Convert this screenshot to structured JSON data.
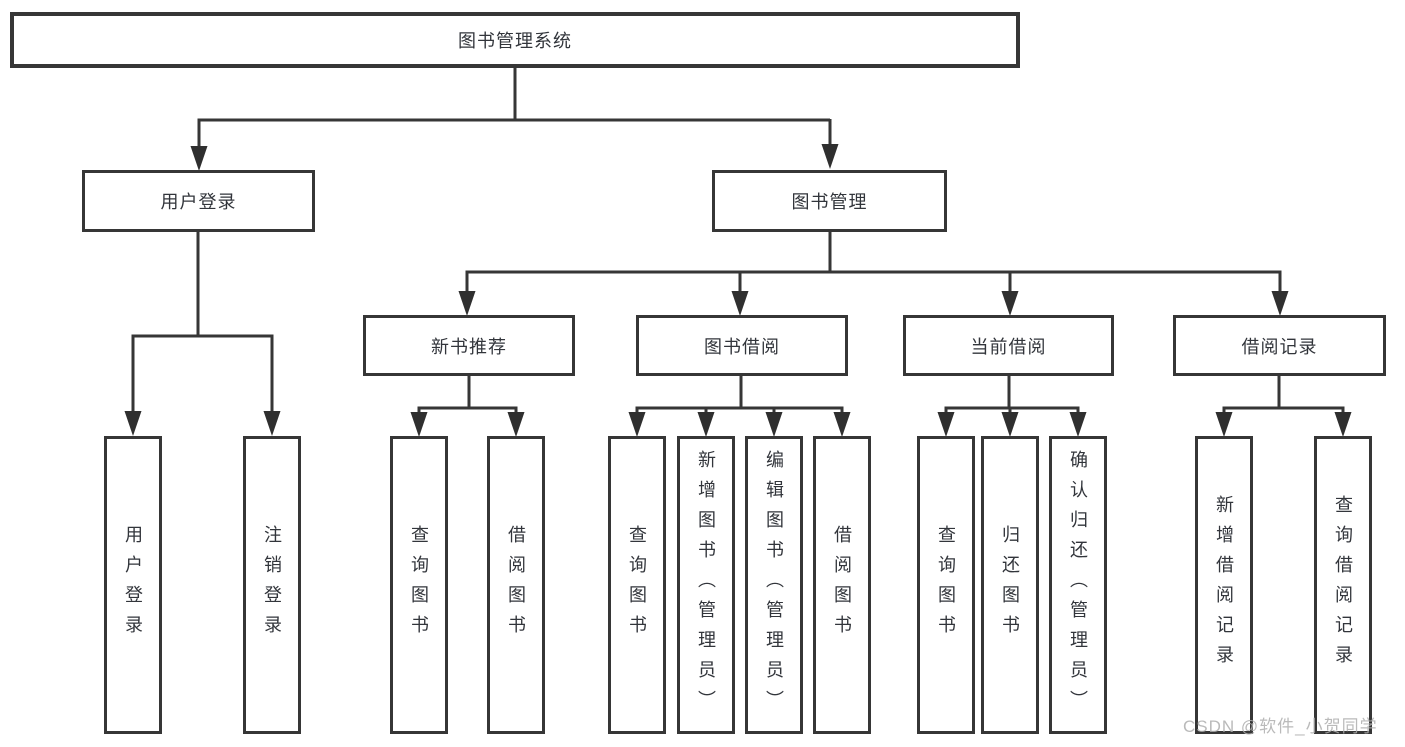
{
  "diagram": {
    "type": "tree",
    "root": {
      "label": "图书管理系统"
    },
    "branches": [
      {
        "label": "用户登录",
        "children": [
          {
            "label": "用户登录"
          },
          {
            "label": "注销登录"
          }
        ]
      },
      {
        "label": "图书管理",
        "children": [
          {
            "label": "新书推荐",
            "children": [
              {
                "label": "查询图书"
              },
              {
                "label": "借阅图书"
              }
            ]
          },
          {
            "label": "图书借阅",
            "children": [
              {
                "label": "查询图书"
              },
              {
                "label": "新增图书（管理员）"
              },
              {
                "label": "编辑图书（管理员）"
              },
              {
                "label": "借阅图书"
              }
            ]
          },
          {
            "label": "当前借阅",
            "children": [
              {
                "label": "查询图书"
              },
              {
                "label": "归还图书"
              },
              {
                "label": "确认归还（管理员）"
              }
            ]
          },
          {
            "label": "借阅记录",
            "children": [
              {
                "label": "新增借阅记录"
              },
              {
                "label": "查询借阅记录"
              }
            ]
          }
        ]
      }
    ],
    "watermark": "CSDN @软件_小贺同学",
    "colors": {
      "line": "#363636",
      "text": "#32353b",
      "background": "#ffffff",
      "watermark": "#aeaeae"
    }
  }
}
